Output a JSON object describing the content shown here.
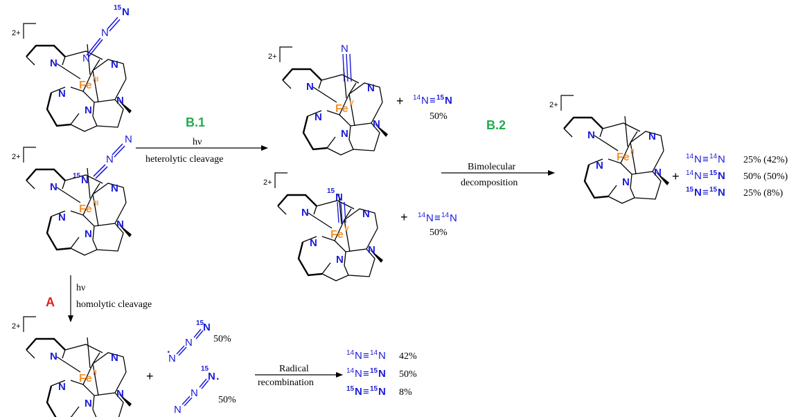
{
  "colors": {
    "nitrogen": "#1a1adb",
    "iron": "#f5922a",
    "path_b": "#21ab4e",
    "path_a": "#e02020",
    "bond": "#000000"
  },
  "labels": {
    "charge": "2+",
    "fe_iii": "III",
    "fe_v": "V",
    "fe_ii": "II",
    "fe": "Fe",
    "n": "N",
    "iso15": "15",
    "iso14": "14",
    "triple": "≡",
    "plus": "+",
    "dot": "·",
    "eq_double": "=",
    "path_b1": "B.1",
    "path_b2": "B.2",
    "path_a": "A",
    "hv": "hν",
    "hetero": "heterolytic cleavage",
    "homo": "homolytic cleavage",
    "bimol_1": "Bimolecular",
    "bimol_2": "decomposition",
    "radical_1": "Radical",
    "radical_2": "recombination"
  },
  "products_b1": [
    {
      "left": "14",
      "right": "15",
      "yield": "50%"
    },
    {
      "left": "14",
      "right": "14",
      "yield": "50%"
    }
  ],
  "products_b2": [
    {
      "left": "14",
      "right": "14",
      "value": "25% (42%)"
    },
    {
      "left": "14",
      "right": "15",
      "value": "50% (50%)"
    },
    {
      "left": "15",
      "right": "15",
      "value": "25% (8%)"
    }
  ],
  "products_a": [
    {
      "left": "14",
      "right": "14",
      "value": "42%"
    },
    {
      "left": "14",
      "right": "15",
      "value": "50%"
    },
    {
      "left": "15",
      "right": "15",
      "value": "8%"
    }
  ],
  "azide_radical_yields": [
    "50%",
    "50%"
  ]
}
